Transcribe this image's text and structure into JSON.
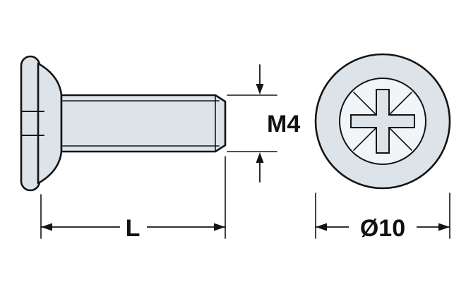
{
  "diagram": {
    "labels": {
      "thread_size": "M4",
      "length": "L",
      "head_diameter": "Ø10"
    },
    "colors": {
      "body_fill": "#dce3e9",
      "inner_fill": "#f2f5f7",
      "line": "#141414",
      "background": "#ffffff"
    }
  }
}
